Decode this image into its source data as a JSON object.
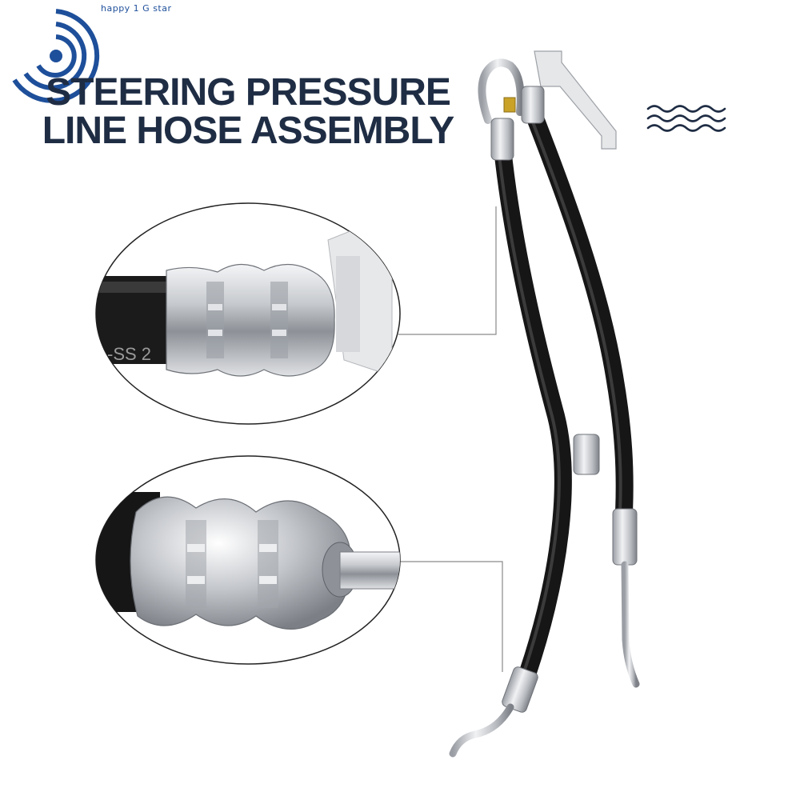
{
  "brand": {
    "watermark": "happy 1 G star"
  },
  "title": {
    "line1": "STEERING PRESSURE",
    "line2": "LINE HOSE ASSEMBLY"
  },
  "detail_top": {
    "hose_marking": "-SS 2"
  },
  "icons": {
    "logo": "spiral-logo-icon",
    "waves": "wave-lines-icon"
  },
  "colors": {
    "title": "#1f2d44",
    "logo": "#1e4f9a",
    "hose": "#1a1a1a",
    "metal": "#c9ccd1",
    "callout_line": "#8a8a8a"
  }
}
